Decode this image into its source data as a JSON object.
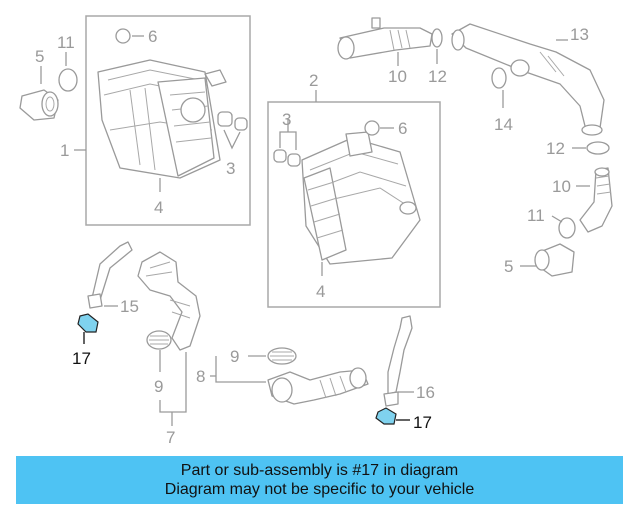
{
  "callouts": {
    "c1": "1",
    "c2": "2",
    "c3a": "3",
    "c3b": "3",
    "c4a": "4",
    "c4b": "4",
    "c5a": "5",
    "c5b": "5",
    "c6a": "6",
    "c6b": "6",
    "c7": "7",
    "c8": "8",
    "c9a": "9",
    "c9b": "9",
    "c10a": "10",
    "c10b": "10",
    "c11a": "11",
    "c11b": "11",
    "c12a": "12",
    "c12b": "12",
    "c13": "13",
    "c14": "14",
    "c15": "15",
    "c16": "16",
    "c17a": "17",
    "c17b": "17"
  },
  "banner": {
    "line1": "Part or sub-assembly is #17 in diagram",
    "line2": "Diagram may not be specific to your vehicle"
  },
  "colors": {
    "banner": "#4ec3f3",
    "highlight_part": "#7fd2ee",
    "line": "#9a9a9a"
  }
}
